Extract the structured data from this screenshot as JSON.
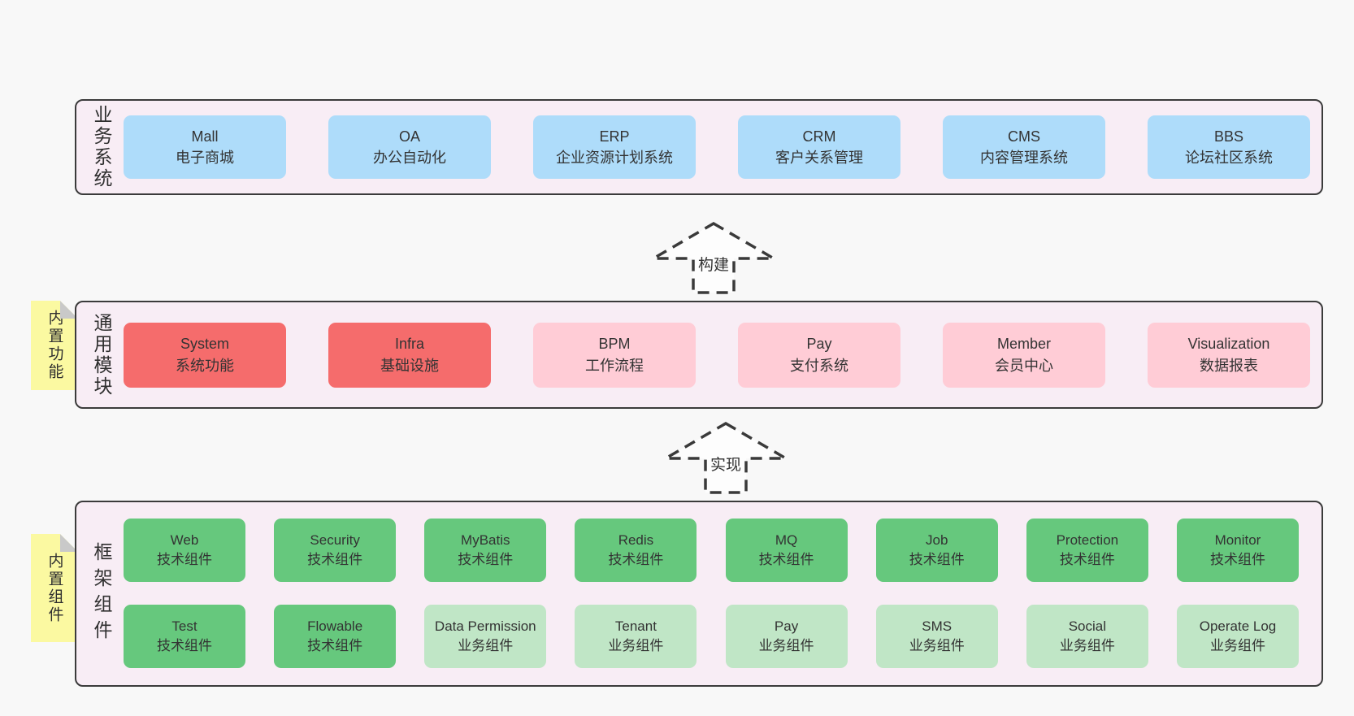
{
  "colors": {
    "page_bg": "#f8f8f8",
    "container_bg": "#f8edf5",
    "container_border": "#3b3b3b",
    "blue_box": "#aedcfa",
    "red_box": "#f56c6c",
    "pink_box": "#ffccd6",
    "green_box": "#66c87d",
    "light_green_box": "#c0e6c6",
    "sticky_yellow": "#fbf9a1",
    "sticky_fold": "#c9c9c9",
    "text": "#333333"
  },
  "arrows": {
    "build": "构建",
    "implement": "实现"
  },
  "layers": {
    "business": {
      "side_label": "业务系统",
      "boxes": [
        {
          "title": "Mall",
          "subtitle": "电子商城"
        },
        {
          "title": "OA",
          "subtitle": "办公自动化"
        },
        {
          "title": "ERP",
          "subtitle": "企业资源计划系统"
        },
        {
          "title": "CRM",
          "subtitle": "客户关系管理"
        },
        {
          "title": "CMS",
          "subtitle": "内容管理系统"
        },
        {
          "title": "BBS",
          "subtitle": "论坛社区系统"
        }
      ]
    },
    "modules": {
      "sticky_label": "内置功能",
      "side_label": "通用模块",
      "boxes": [
        {
          "title": "System",
          "subtitle": "系统功能"
        },
        {
          "title": "Infra",
          "subtitle": "基础设施"
        },
        {
          "title": "BPM",
          "subtitle": "工作流程"
        },
        {
          "title": "Pay",
          "subtitle": "支付系统"
        },
        {
          "title": "Member",
          "subtitle": "会员中心"
        },
        {
          "title": "Visualization",
          "subtitle": "数据报表"
        }
      ]
    },
    "components": {
      "sticky_label": "内置组件",
      "side_label": "框架组件",
      "row1": [
        {
          "title": "Web",
          "subtitle": "技术组件"
        },
        {
          "title": "Security",
          "subtitle": "技术组件"
        },
        {
          "title": "MyBatis",
          "subtitle": "技术组件"
        },
        {
          "title": "Redis",
          "subtitle": "技术组件"
        },
        {
          "title": "MQ",
          "subtitle": "技术组件"
        },
        {
          "title": "Job",
          "subtitle": "技术组件"
        },
        {
          "title": "Protection",
          "subtitle": "技术组件"
        },
        {
          "title": "Monitor",
          "subtitle": "技术组件"
        }
      ],
      "row2": [
        {
          "title": "Test",
          "subtitle": "技术组件"
        },
        {
          "title": "Flowable",
          "subtitle": "技术组件"
        },
        {
          "title": "Data Permission",
          "subtitle": "业务组件"
        },
        {
          "title": "Tenant",
          "subtitle": "业务组件"
        },
        {
          "title": "Pay",
          "subtitle": "业务组件"
        },
        {
          "title": "SMS",
          "subtitle": "业务组件"
        },
        {
          "title": "Social",
          "subtitle": "业务组件"
        },
        {
          "title": "Operate Log",
          "subtitle": "业务组件"
        }
      ]
    }
  }
}
